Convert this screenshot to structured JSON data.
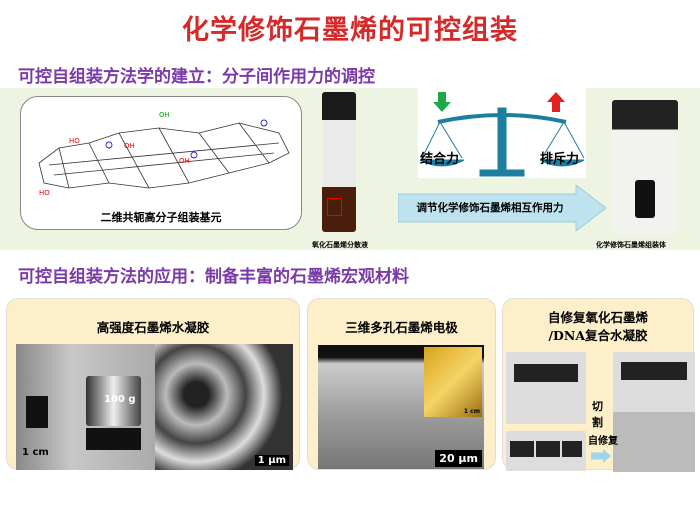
{
  "title": "化学修饰石墨烯的可控组装",
  "section1": {
    "heading": "可控自组装方法学的建立：分子间作用力的调控",
    "molecule_label": "二维共轭高分子组装基元",
    "vial1_caption": "氧化石墨烯分散液",
    "balance": {
      "left_force": "结合力",
      "right_force": "排斥力",
      "down_arrow_color": "#1ea84a",
      "up_arrow_color": "#e52020",
      "scale_color": "#1d7fa0"
    },
    "arrow_text": "调节化学修饰石墨烯相互作用力",
    "vial2_caption": "化学修饰石墨烯组装体",
    "group_labels": {
      "oh": "OH",
      "ho": "HO",
      "o": "O"
    }
  },
  "section2": {
    "heading": "可控自组装方法的应用：制备丰富的石墨烯宏观材料",
    "panels": [
      {
        "title": "高强度石墨烯水凝胶",
        "labels": {
          "weight": "100 g",
          "scale_left": "1 cm",
          "scale_right": "1 μm"
        }
      },
      {
        "title": "三维多孔石墨烯电极",
        "labels": {
          "inset_scale": "1 cm",
          "scale": "20 μm"
        }
      },
      {
        "title_line1": "自修复氧化石墨烯",
        "title_line2": "/DNA复合水凝胶",
        "labels": {
          "cut": "切割",
          "self_heal": "自修复"
        }
      }
    ]
  }
}
